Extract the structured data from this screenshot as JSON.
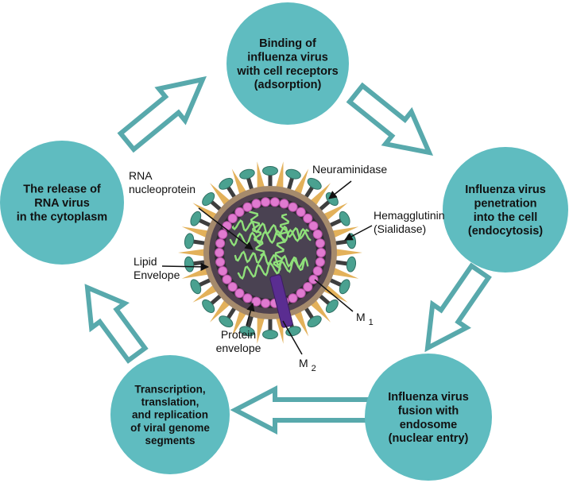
{
  "colors": {
    "circle_fill": "#5fbcc0",
    "arrow_stroke": "#58a9ac",
    "arrow_fill": "#ffffff",
    "envelope_outer": "#a58a6c",
    "envelope_inner": "#50424e",
    "core": "#4a4252",
    "nucleoprotein": "#e07ad0",
    "rna": "#8fe07a",
    "spike_green": "#4aa190",
    "spike_stem": "#3e3e3e",
    "spike_gold": "#e3b15a",
    "m2_channel": "#5a2d91"
  },
  "steps": [
    {
      "id": "adsorption",
      "lines": [
        "Binding of",
        "influenza virus",
        "with cell receptors",
        "(adsorption)"
      ]
    },
    {
      "id": "endocytosis",
      "lines": [
        "Influenza virus",
        "penetration",
        "into the cell",
        "(endocytosis)"
      ]
    },
    {
      "id": "nuclear-entry",
      "lines": [
        "Influenza virus",
        "fusion with",
        "endosome",
        "(nuclear entry)"
      ]
    },
    {
      "id": "replication",
      "lines": [
        "Transcription,",
        "translation,",
        "and replication",
        "of viral genome",
        "segments"
      ]
    },
    {
      "id": "release",
      "lines": [
        "The release of",
        "RNA virus",
        "in the cytoplasm"
      ]
    }
  ],
  "labels": {
    "rna_nucleoprotein": [
      "RNA",
      "nucleoprotein"
    ],
    "neuraminidase": [
      "Neuraminidase"
    ],
    "hemagglutinin": [
      "Hemagglutinin",
      "(Sialidase)"
    ],
    "lipid_envelope": [
      "Lipid",
      "Envelope"
    ],
    "protein_envelope": [
      "Protein",
      "envelope"
    ],
    "m1": {
      "main": "M",
      "sub": "1"
    },
    "m2": {
      "main": "M",
      "sub": "2"
    }
  }
}
